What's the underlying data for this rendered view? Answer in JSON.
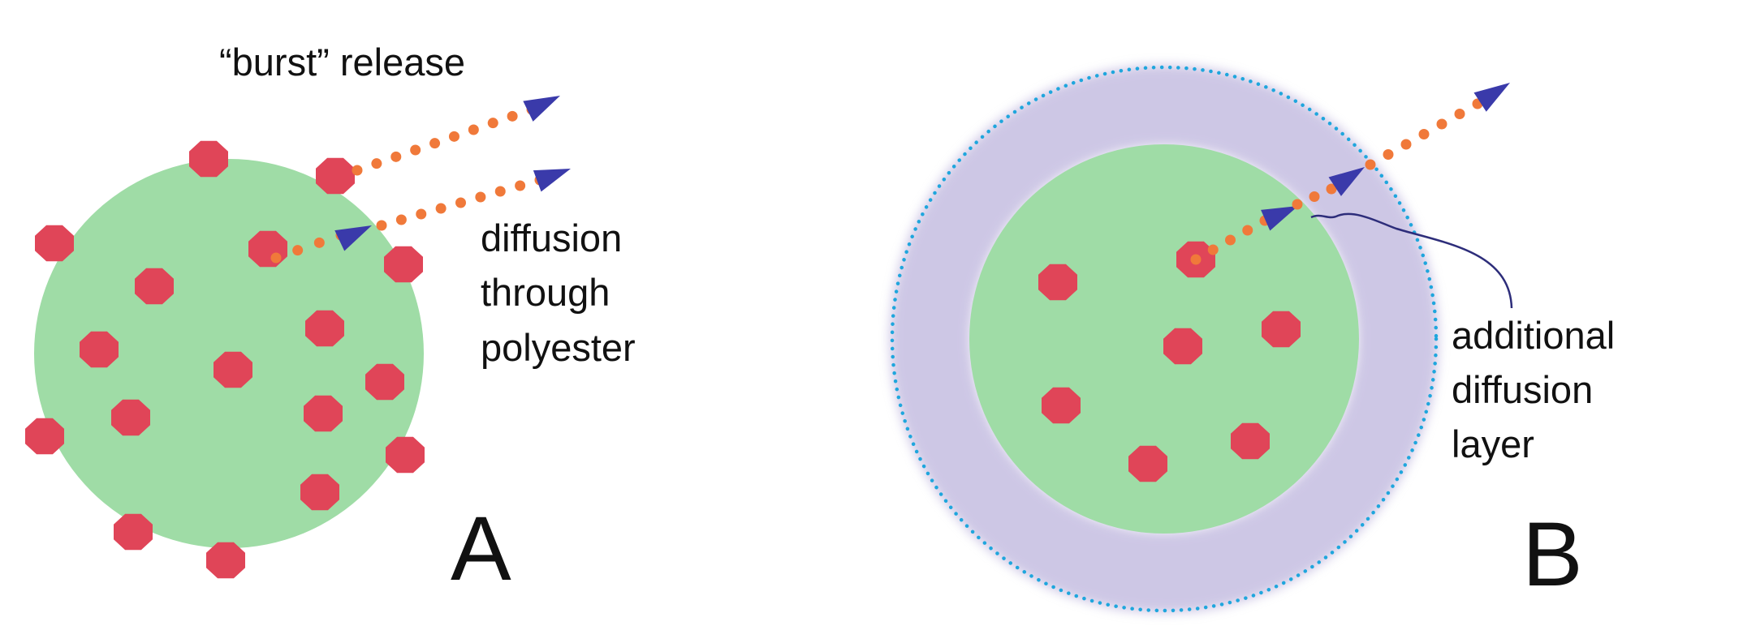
{
  "panel_a": {
    "label": "A",
    "burst_label": "“burst” release",
    "diffusion_label_lines": [
      "diffusion",
      "through",
      "polyester"
    ]
  },
  "panel_b": {
    "label": "B",
    "layer_label_lines": [
      "additional",
      "diffusion",
      "layer"
    ]
  },
  "colors": {
    "core": "#9fdca6",
    "particle": "#e04558",
    "path_dot": "#f0793a",
    "arrow": "#3a3aaa",
    "shell": "#a59ad0",
    "shell_boundary": "#1fa6dd",
    "leader_line": "#2d2d7a"
  }
}
